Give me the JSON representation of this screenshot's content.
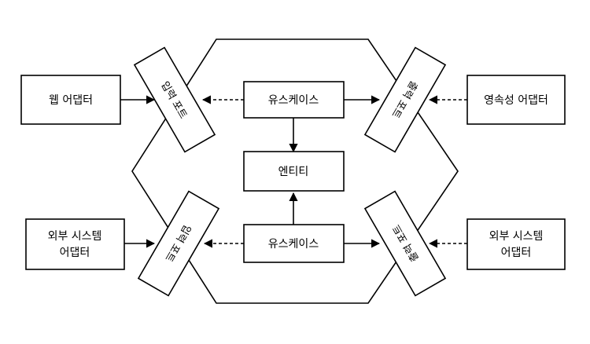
{
  "nodes": {
    "web_adapter": "웹 어댑터",
    "persistence_adapter": "영속성 어댑터",
    "external_adapter_left": [
      "외부 시스템",
      "어댑터"
    ],
    "external_adapter_right": [
      "외부 시스템",
      "어댑터"
    ],
    "usecase_top": "유스케이스",
    "usecase_bottom": "유스케이스",
    "entity": "엔티티",
    "input_port_top": "입력 포트",
    "input_port_bottom": "입력 포트",
    "output_port_top": "출력 포트",
    "output_port_bottom": "출력 포트"
  },
  "colors": {
    "stroke": "#000000",
    "fill": "#ffffff"
  }
}
